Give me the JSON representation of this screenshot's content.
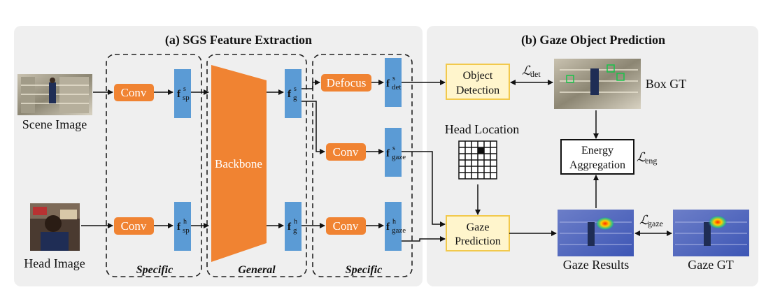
{
  "panels": {
    "a_title": "(a) SGS Feature Extraction",
    "b_title": "(b) Gaze Object Prediction"
  },
  "inputs": {
    "scene": "Scene Image",
    "head": "Head Image"
  },
  "blocks": {
    "conv": "Conv",
    "backbone": "Backbone",
    "defocus": "Defocus",
    "object_detection_1": "Object",
    "object_detection_2": "Detection",
    "gaze_prediction_1": "Gaze",
    "gaze_prediction_2": "Prediction",
    "energy_1": "Energy",
    "energy_2": "Aggregation",
    "head_location": "Head Location"
  },
  "features": {
    "f": "f",
    "sp_s_sup": "s",
    "sp_s_sub": "sp",
    "sp_h_sup": "h",
    "sp_h_sub": "sp",
    "g_s_sup": "s",
    "g_s_sub": "g",
    "g_h_sup": "h",
    "g_h_sub": "g",
    "det_sup": "s",
    "det_sub": "det",
    "gaze_s_sup": "s",
    "gaze_s_sub": "gaze",
    "gaze_h_sup": "h",
    "gaze_h_sub": "gaze"
  },
  "groups": {
    "specific_1": "Specific",
    "general": "General",
    "specific_2": "Specific"
  },
  "outputs": {
    "box_gt": "Box GT",
    "gaze_results": "Gaze Results",
    "gaze_gt": "Gaze GT"
  },
  "losses": {
    "L": "ℒ",
    "det": "det",
    "eng": "eng",
    "gaze": "gaze"
  }
}
